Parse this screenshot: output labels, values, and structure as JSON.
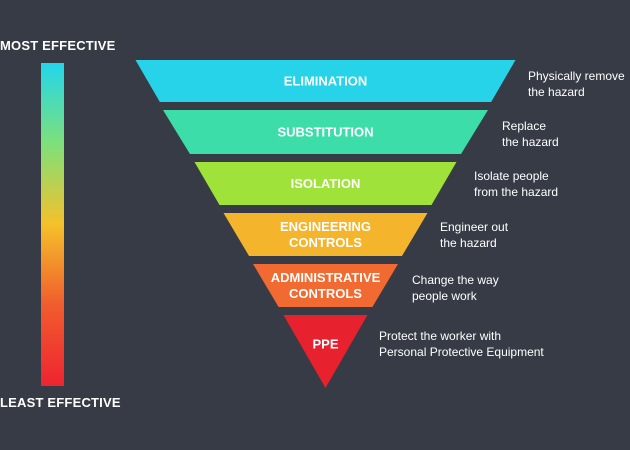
{
  "scale": {
    "top_label": "MOST EFFECTIVE",
    "bottom_label": "LEAST EFFECTIVE",
    "gradient_colors": [
      "#22d6ea",
      "#7ee07a",
      "#f5c12a",
      "#f05c2e",
      "#ee2430"
    ]
  },
  "levels": [
    {
      "name": "elimination",
      "label_lines": [
        "ELIMINATION"
      ],
      "color": "#26d3e8",
      "description_lines": [
        "Physically remove",
        "the hazard"
      ]
    },
    {
      "name": "substitution",
      "label_lines": [
        "SUBSTITUTION"
      ],
      "color": "#3ddda9",
      "description_lines": [
        "Replace",
        "the hazard"
      ]
    },
    {
      "name": "isolation",
      "label_lines": [
        "ISOLATION"
      ],
      "color": "#9fe33a",
      "description_lines": [
        "Isolate people",
        "from the hazard"
      ]
    },
    {
      "name": "engineering-controls",
      "label_lines": [
        "ENGINEERING",
        "CONTROLS"
      ],
      "color": "#f4b52d",
      "description_lines": [
        "Engineer out",
        "the hazard"
      ]
    },
    {
      "name": "administrative-controls",
      "label_lines": [
        "ADMINISTRATIVE",
        "CONTROLS"
      ],
      "color": "#f16a31",
      "description_lines": [
        "Change the way",
        "people work"
      ]
    },
    {
      "name": "ppe",
      "label_lines": [
        "PPE"
      ],
      "color": "#e8212e",
      "description_lines": [
        "Protect the worker with",
        "Personal Protective Equipment"
      ]
    }
  ]
}
